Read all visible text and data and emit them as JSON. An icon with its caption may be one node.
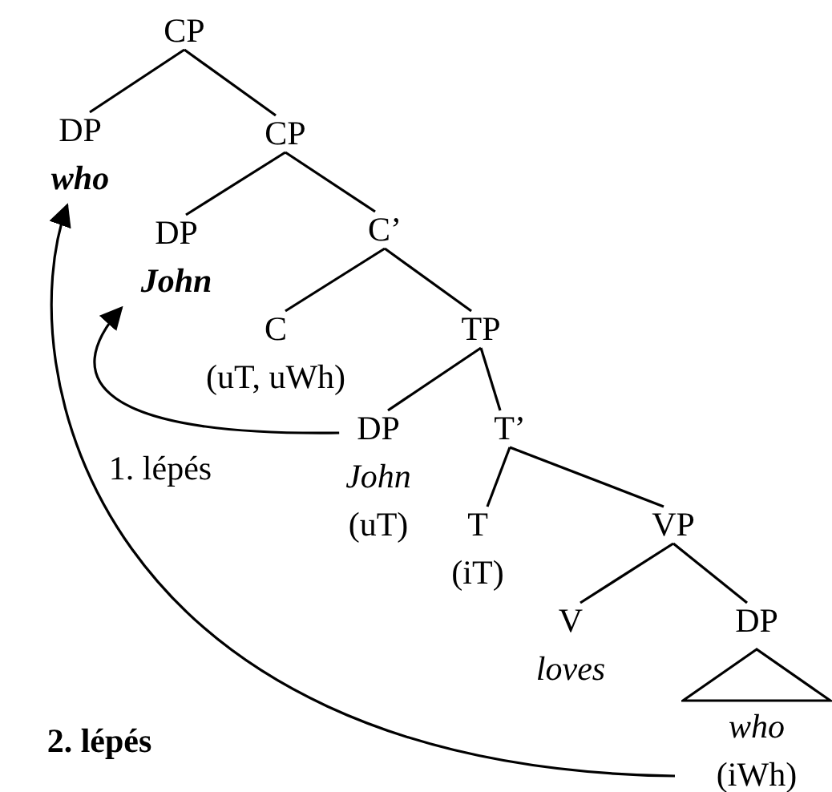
{
  "diagram": {
    "nodes": [
      {
        "text": [
          "CP"
        ]
      },
      {
        "text": [
          "DP",
          "who"
        ]
      },
      {
        "text": [
          "CP"
        ]
      },
      {
        "text": [
          "DP",
          "John"
        ]
      },
      {
        "text": [
          "C’"
        ]
      },
      {
        "text": [
          "C",
          "(uT, uWh)"
        ]
      },
      {
        "text": [
          "TP"
        ]
      },
      {
        "text": [
          "DP",
          "John",
          "(uT)"
        ]
      },
      {
        "text": [
          "T’"
        ]
      },
      {
        "text": [
          "T",
          "(iT)"
        ]
      },
      {
        "text": [
          "VP"
        ]
      },
      {
        "text": [
          "V",
          "loves"
        ]
      },
      {
        "text": [
          "DP",
          "who",
          "(iWh)"
        ]
      }
    ],
    "edges": [
      {
        "from": 0,
        "to": 1,
        "arrow": "none"
      },
      {
        "from": 0,
        "to": 2,
        "arrow": "none"
      },
      {
        "from": 2,
        "to": 3,
        "arrow": "none"
      },
      {
        "from": 2,
        "to": 4,
        "arrow": "none"
      },
      {
        "from": 4,
        "to": 5,
        "arrow": "none"
      },
      {
        "from": 4,
        "to": 6,
        "arrow": "none"
      },
      {
        "from": 6,
        "to": 7,
        "arrow": "none"
      },
      {
        "from": 6,
        "to": 8,
        "arrow": "none"
      },
      {
        "from": 8,
        "to": 9,
        "arrow": "none"
      },
      {
        "from": 8,
        "to": 10,
        "arrow": "none"
      },
      {
        "from": 10,
        "to": 11,
        "arrow": "none"
      },
      {
        "from": 10,
        "to": 12,
        "arrow": "none"
      },
      {
        "from": 7,
        "to": 3,
        "arrow": "to",
        "label": "1. lépés"
      },
      {
        "from": 12,
        "to": 1,
        "arrow": "to",
        "label": "2. lépés"
      }
    ]
  }
}
